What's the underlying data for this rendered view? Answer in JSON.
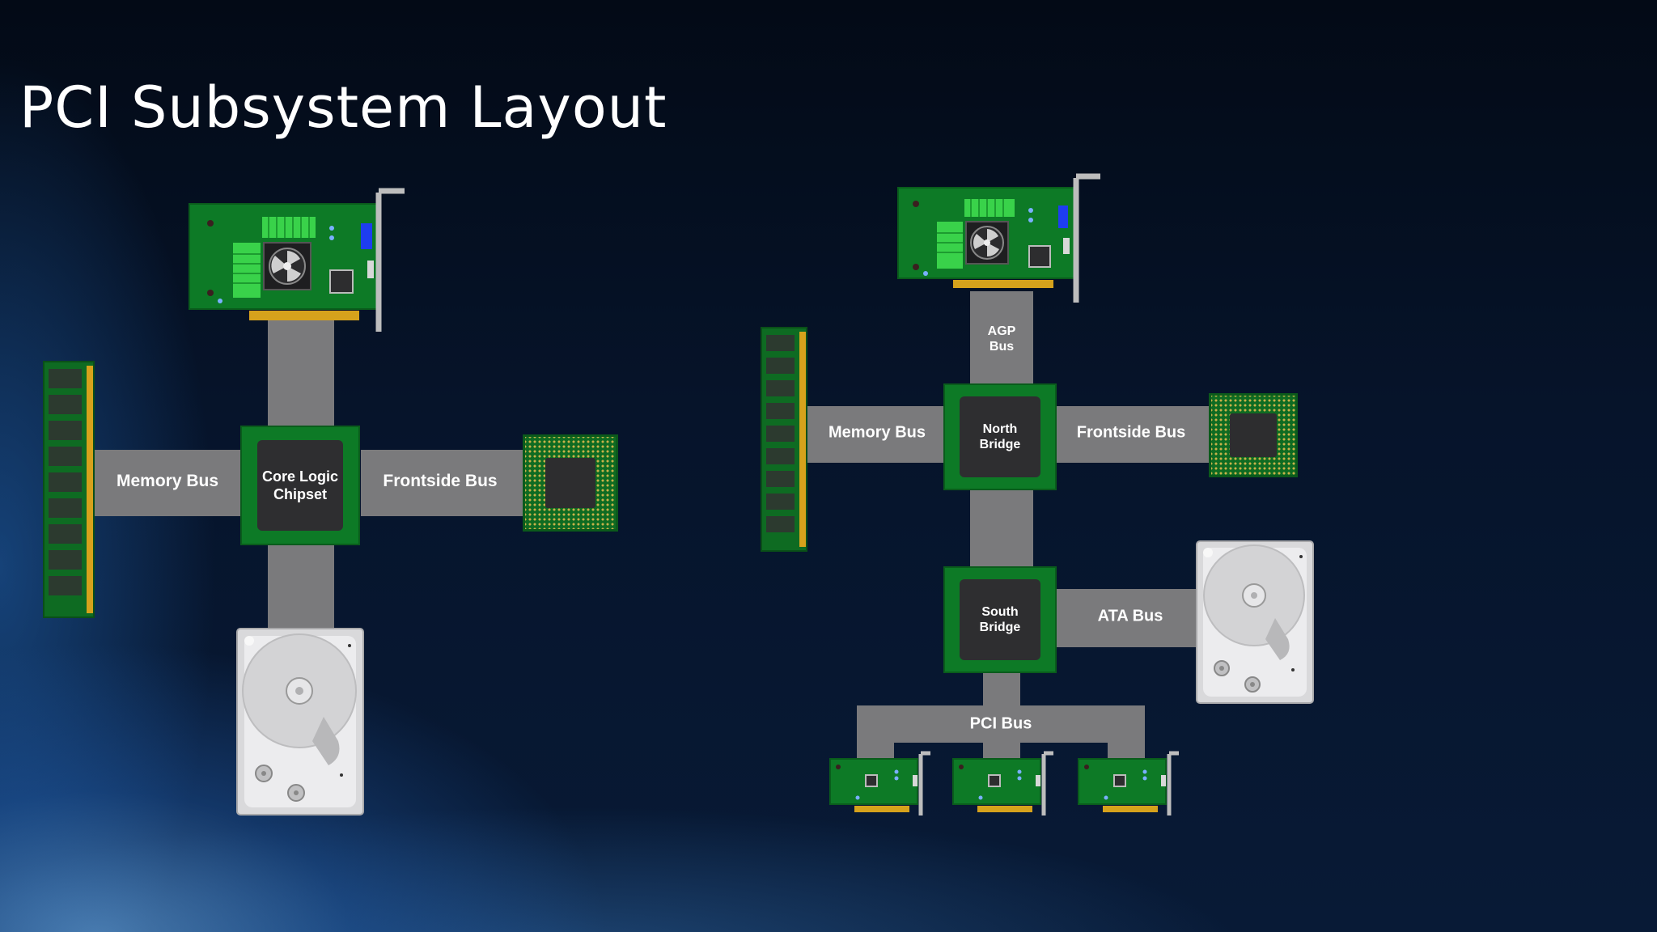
{
  "title": "PCI Subsystem Layout",
  "left": {
    "chipset": "Core Logic\nChipset",
    "memory_bus": "Memory Bus",
    "frontside_bus": "Frontside Bus"
  },
  "right": {
    "agp_bus": "AGP\nBus",
    "north_bridge": "North\nBridge",
    "south_bridge": "South\nBridge",
    "memory_bus": "Memory Bus",
    "frontside_bus": "Frontside Bus",
    "ata_bus": "ATA Bus",
    "pci_bus": "PCI Bus"
  },
  "colors": {
    "bus": "#7a7a7c",
    "board_green": "#0d7a26",
    "chip_core": "#2e2e30",
    "gold_pins": "#d6a21c"
  }
}
